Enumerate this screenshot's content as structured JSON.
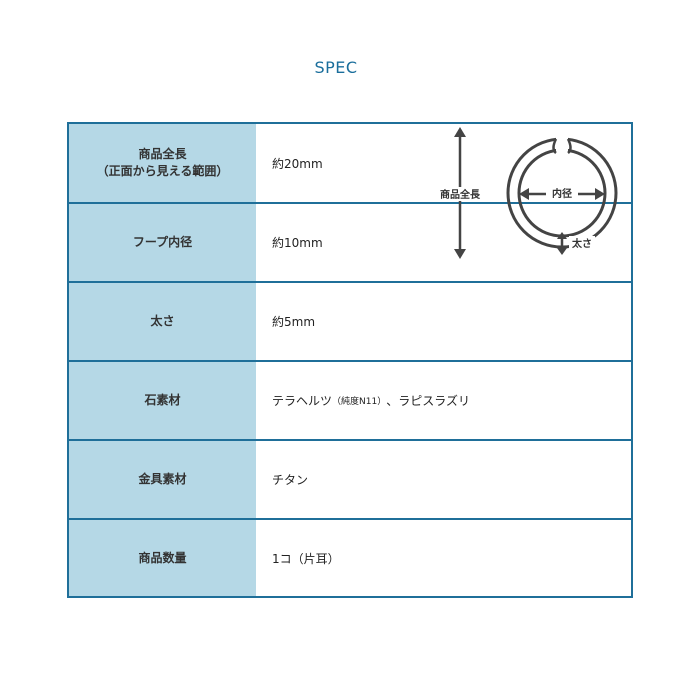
{
  "page": {
    "title": "SPEC"
  },
  "rows": [
    {
      "label": "商品全長",
      "sublabel": "（正面から見える範囲）",
      "value": "約20mm"
    },
    {
      "label": "フープ内径",
      "value": "約10mm"
    },
    {
      "label": "太さ",
      "value": "約5mm"
    },
    {
      "label": "石素材",
      "value": "テラヘルツ",
      "value_small": "（純度N11）",
      "value_tail": "、ラピスラズリ"
    },
    {
      "label": "金具素材",
      "value": "チタン"
    },
    {
      "label": "商品数量",
      "value": "1コ（片耳）"
    }
  ],
  "diagram": {
    "total_length_label": "商品全長",
    "inner_diameter_label": "内径",
    "thickness_label": "太さ"
  },
  "colors": {
    "title": "#1a6e9c",
    "border": "#1f6f99",
    "label_bg": "#b5d8e6",
    "diagram_stroke": "#444444"
  }
}
